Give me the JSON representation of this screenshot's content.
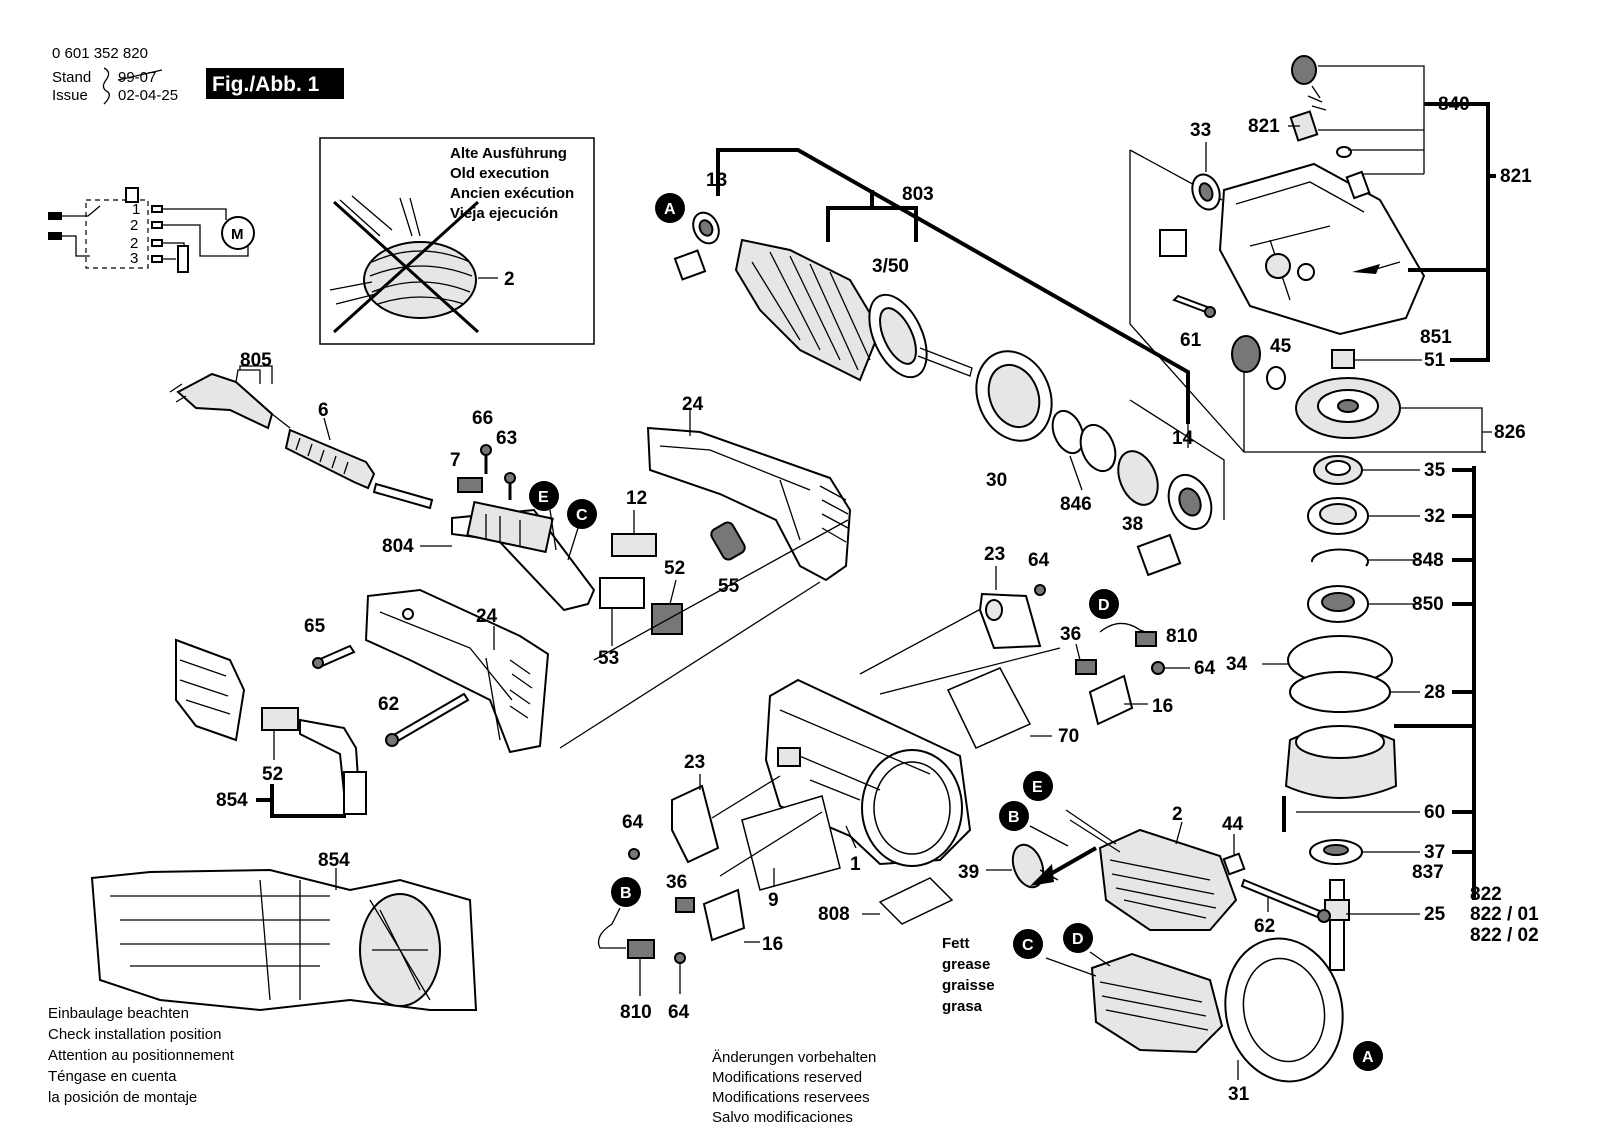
{
  "header": {
    "model_number": "0 601 352 820",
    "stand_label": "Stand",
    "issue_label": "Issue",
    "stand_value": "99-07",
    "issue_value": "02-04-25",
    "figure_label": "Fig./Abb. 1"
  },
  "old_execution_box": {
    "lines": [
      "Alte Ausführung",
      "Old execution",
      "Ancien exécution",
      "Vieja ejecución"
    ],
    "part_ref": "2"
  },
  "wiring": {
    "pins": [
      "1",
      "2",
      "2",
      "3"
    ],
    "motor_symbol": "M"
  },
  "install_note": {
    "lines": [
      "Einbaulage beachten",
      "Check installation position",
      "Attention au positionnement",
      "Téngase en cuenta",
      "la posición de montaje"
    ]
  },
  "modifications_note": {
    "lines": [
      "Änderungen vorbehalten",
      "Modifications reserved",
      "Modifications reservees",
      "Salvo modificaciones"
    ]
  },
  "grease_note": {
    "lines": [
      "Fett",
      "grease",
      "graisse",
      "grasa"
    ]
  },
  "markers": [
    "A",
    "B",
    "C",
    "D",
    "E"
  ],
  "part_numbers": {
    "p805": "805",
    "p6": "6",
    "p66": "66",
    "p63": "63",
    "p7": "7",
    "p24_top": "24",
    "pE_marker_12": "12",
    "p804": "804",
    "p52_top": "52",
    "p55": "55",
    "p53": "53",
    "p65": "65",
    "p24_mid": "24",
    "p62_left": "62",
    "p52_low": "52",
    "p854_low": "854",
    "p854_top": "854",
    "p13": "13",
    "p803": "803",
    "p3_50": "3/50",
    "p30": "30",
    "p846": "846",
    "p38": "38",
    "p14": "14",
    "p23_top": "23",
    "p64_top": "64",
    "p810_top": "810",
    "p36_top": "36",
    "p64_mid": "64",
    "p16_top": "16",
    "p70": "70",
    "p23_low": "23",
    "p64_low": "64",
    "p36_low": "36",
    "p16_low": "16",
    "p810_low": "810",
    "p64_bottom": "64",
    "p9": "9",
    "p1": "1",
    "p808": "808",
    "p39": "39",
    "p2": "2",
    "p44": "44",
    "p62_right": "62",
    "p31": "31",
    "p33": "33",
    "p821_small": "821",
    "p840": "840",
    "p821_right": "821",
    "p61": "61",
    "p45": "45",
    "p851": "851",
    "p51": "51",
    "p826": "826",
    "p35": "35",
    "p32": "32",
    "p848": "848",
    "p850": "850",
    "p34": "34",
    "p28": "28",
    "p60": "60",
    "p37": "37",
    "p837": "837",
    "p822": "822",
    "p822_01": "822 / 01",
    "p822_02": "822 / 02",
    "p25": "25"
  }
}
